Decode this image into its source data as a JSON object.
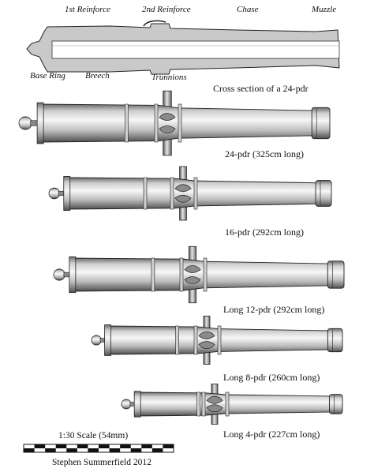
{
  "cross_section": {
    "top_labels": {
      "first_reinforce": "1st Reinforce",
      "second_reinforce": "2nd Reinforce",
      "chase": "Chase",
      "muzzle": "Muzzle"
    },
    "bottom_labels": {
      "base_ring": "Base Ring",
      "breech": "Breech",
      "trunnions": "Trunnions"
    },
    "caption": "Cross section of a 24-pdr"
  },
  "cannons": [
    {
      "caption": "24-pdr (325cm long)"
    },
    {
      "caption": "16-pdr (292cm long)"
    },
    {
      "caption": "Long 12-pdr (292cm long)"
    },
    {
      "caption": "Long 8-pdr (260cm long)"
    },
    {
      "caption": "Long 4-pdr (227cm long)"
    }
  ],
  "scale": {
    "title": "1:30 Scale (54mm)"
  },
  "credit": "Stephen Summerfield 2012",
  "colors": {
    "ink": "#1a1a1a",
    "metal_light": "#f2f2f2",
    "metal_mid": "#b9b9b9",
    "metal_dark": "#5a5a5a",
    "bore": "#ffffff"
  }
}
